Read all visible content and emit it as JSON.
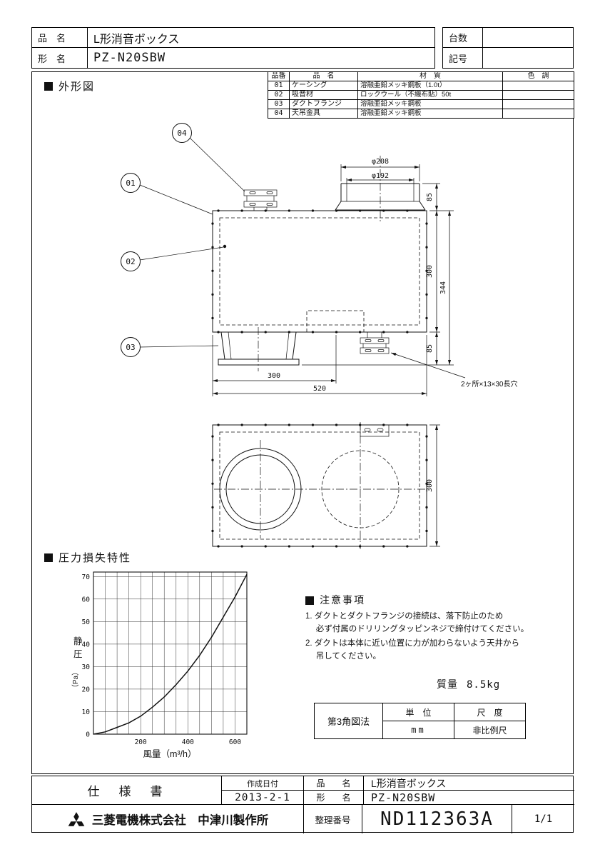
{
  "doc": {
    "colors": {
      "ink": "#111111",
      "paper": "#ffffff"
    },
    "header": {
      "name_label": "品　名",
      "name_value": "L形消音ボックス",
      "model_label": "形　名",
      "model_value": "PZ-N20SBW",
      "qty_label": "台数",
      "qty_value": "",
      "sym_label": "記号",
      "sym_value": ""
    },
    "outline_title": "外形図",
    "parts_table": {
      "headers": [
        "品番",
        "品　名",
        "材　質",
        "色　調"
      ],
      "rows": [
        {
          "no": "01",
          "name": "ケーシング",
          "material": "溶融亜鉛メッキ鋼板（1.0t）",
          "color": ""
        },
        {
          "no": "02",
          "name": "吸音材",
          "material": "ロックウール（不織布貼）50t",
          "color": ""
        },
        {
          "no": "03",
          "name": "ダクトフランジ",
          "material": "溶融亜鉛メッキ鋼板",
          "color": ""
        },
        {
          "no": "04",
          "name": "天吊金具",
          "material": "溶融亜鉛メッキ鋼板",
          "color": ""
        }
      ]
    },
    "balloons": [
      "01",
      "02",
      "03",
      "04"
    ],
    "dims": {
      "d208": "φ208",
      "d192": "φ192",
      "h85_top": "85",
      "h300": "300",
      "h344": "344",
      "h85_bot": "85",
      "w300": "300",
      "w520": "520",
      "slot_note": "2ヶ所×13×30長穴",
      "bv300": "300"
    },
    "chart_title": "圧力損失特性",
    "notes": {
      "title": "注意事項",
      "items": [
        "1. ダクトとダクトフランジの接続は、落下防止のため\n　 必ず付属のドリリングタッピンネジで締付けてください。",
        "2. ダクトは本体に近い位置に力が加わらないよう天井から\n　 吊してください。"
      ]
    },
    "mass": {
      "label": "質量",
      "value": "8.5kg"
    },
    "projection": {
      "method": "第3角図法",
      "unit_label": "単　位",
      "unit_value": "mm",
      "scale_label": "尺　度",
      "scale_value": "非比例尺"
    },
    "footer": {
      "spec_label": "仕　様　書",
      "date_label": "作成日付",
      "date_value": "2013-2-1",
      "name_label": "品　　名",
      "name_value": "L形消音ボックス",
      "model_label": "形　　名",
      "model_value": "PZ-N20SBW",
      "company": "三菱電機株式会社　中津川製作所",
      "reg_label": "整理番号",
      "reg_value": "ND112363A",
      "page": "1/1"
    }
  },
  "chart_data": {
    "type": "line",
    "title": "圧力損失特性",
    "xlabel": "風量（m³/h）",
    "ylabel": "静圧",
    "ylabel_unit": "（Pa）",
    "xlim": [
      0,
      650
    ],
    "ylim": [
      0,
      72
    ],
    "grid_step_x": 50,
    "grid_step_y": 10,
    "x_ticks": [
      200,
      400,
      600
    ],
    "y_ticks": [
      0,
      10,
      20,
      30,
      40,
      50,
      60,
      70
    ],
    "x": [
      0,
      50,
      100,
      150,
      200,
      250,
      300,
      350,
      400,
      450,
      500,
      550,
      600,
      650
    ],
    "y": [
      0,
      1,
      3,
      5,
      8,
      12,
      16.5,
      22,
      28,
      35,
      43,
      52,
      61,
      71
    ],
    "legend": [],
    "grid": true
  }
}
